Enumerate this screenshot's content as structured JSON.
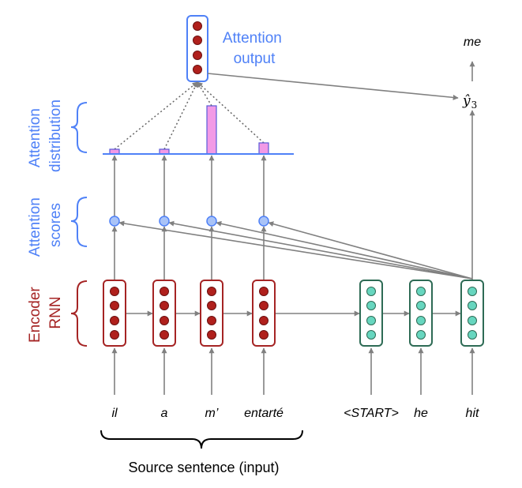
{
  "colors": {
    "encoder": "#a52424",
    "decoder": "#2e6b55",
    "encoder_dot": "#b0201c",
    "decoder_dot": "#67d6bf",
    "attention_blue": "#4f81f7",
    "score_fill": "#a9c3f7",
    "bar_fill": "#f29ae6",
    "arrow": "#808080"
  },
  "labels": {
    "attention_output": [
      "Attention",
      "output"
    ],
    "attention_distribution": [
      "Attention",
      "distribution"
    ],
    "attention_scores": [
      "Attention",
      "scores"
    ],
    "encoder_rnn": [
      "Encoder",
      "RNN"
    ],
    "source_caption": "Source sentence (input)",
    "output_word": "me",
    "prediction_symbol": "ŷ",
    "prediction_index": "3"
  },
  "source_words": [
    "il",
    "a",
    "m’",
    "entarté"
  ],
  "target_words": [
    "<START>",
    "he",
    "hit"
  ],
  "attention_distribution": [
    0.08,
    0.08,
    1.0,
    0.23
  ]
}
